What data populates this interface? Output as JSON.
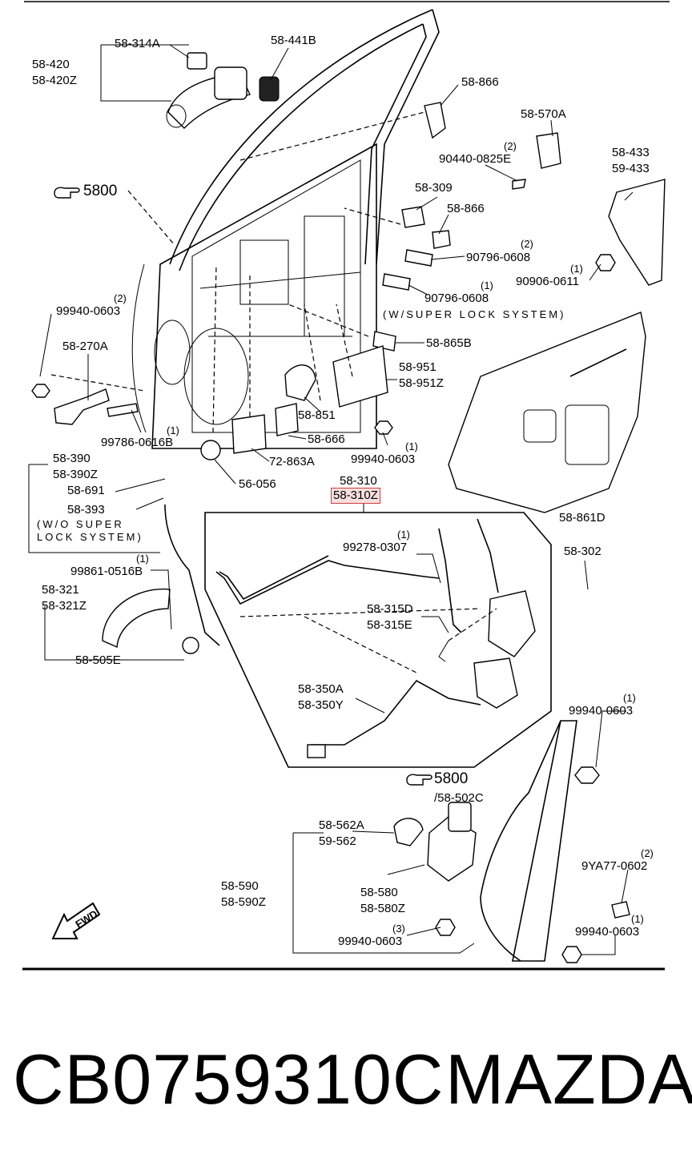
{
  "labels": {
    "l_58_314A": "58-314A",
    "l_58_441B": "58-441B",
    "l_58_420": "58-420",
    "l_58_420Z": "58-420Z",
    "l_58_866a": "58-866",
    "l_58_570A": "58-570A",
    "l_q2a": "(2)",
    "l_90440": "90440-0825E",
    "l_58_433": "58-433",
    "l_59_433": "59-433",
    "l_5800a": "5800",
    "l_58_309": "58-309",
    "l_58_866b": "58-866",
    "l_q2b": "(2)",
    "l_90796a": "90796-0608",
    "l_q1a": "(1)",
    "l_90906": "90906-0611",
    "l_q2c": "(2)",
    "l_99940a": "99940-0603",
    "l_q1b": "(1)",
    "l_90796b": "90796-0608",
    "l_wsuper": "(W/SUPER LOCK SYSTEM)",
    "l_58_270A": "58-270A",
    "l_58_865B": "58-865B",
    "l_58_951": "58-951",
    "l_58_951Z": "58-951Z",
    "l_58_851": "58-851",
    "l_q1c": "(1)",
    "l_99786": "99786-0616B",
    "l_58_666": "58-666",
    "l_q1d": "(1)",
    "l_99940b": "99940-0603",
    "l_72_863A": "72-863A",
    "l_58_390": "58-390",
    "l_58_390Z": "58-390Z",
    "l_56_056": "56-056",
    "l_58_310": "58-310",
    "l_58_310Z": "58-310Z",
    "l_58_691": "58-691",
    "l_58_393": "58-393",
    "l_wo1": "(W/O SUPER",
    "l_wo2": "LOCK SYSTEM)",
    "l_58_861D": "58-861D",
    "l_q1e": "(1)",
    "l_99278": "99278-0307",
    "l_58_302": "58-302",
    "l_q1f": "(1)",
    "l_99861": "99861-0516B",
    "l_58_321": "58-321",
    "l_58_321Z": "58-321Z",
    "l_58_315D": "58-315D",
    "l_58_315E": "58-315E",
    "l_58_505E": "58-505E",
    "l_58_350A": "58-350A",
    "l_58_350Y": "58-350Y",
    "l_q1g": "(1)",
    "l_99940c": "99940-0603",
    "l_5800b": "5800",
    "l_58_502C": "/58-502C",
    "l_58_562A": "58-562A",
    "l_59_562": "59-562",
    "l_q2d": "(2)",
    "l_9YA77": "9YA77-0602",
    "l_58_590": "58-590",
    "l_58_590Z": "58-590Z",
    "l_58_580": "58-580",
    "l_58_580Z": "58-580Z",
    "l_q1h": "(1)",
    "l_99940d": "99940-0603",
    "l_q3": "(3)",
    "l_99940e": "99940-0603",
    "l_fwd": "FWD"
  },
  "footer": {
    "part_number": "CB0759310C",
    "brand": "MAZDA"
  },
  "highlight": {
    "part": "58-310Z",
    "color": "#d23a3a"
  },
  "icons": {
    "reference_hand": "pointing-hand-icon",
    "forward_arrow": "fwd-arrow-icon"
  }
}
